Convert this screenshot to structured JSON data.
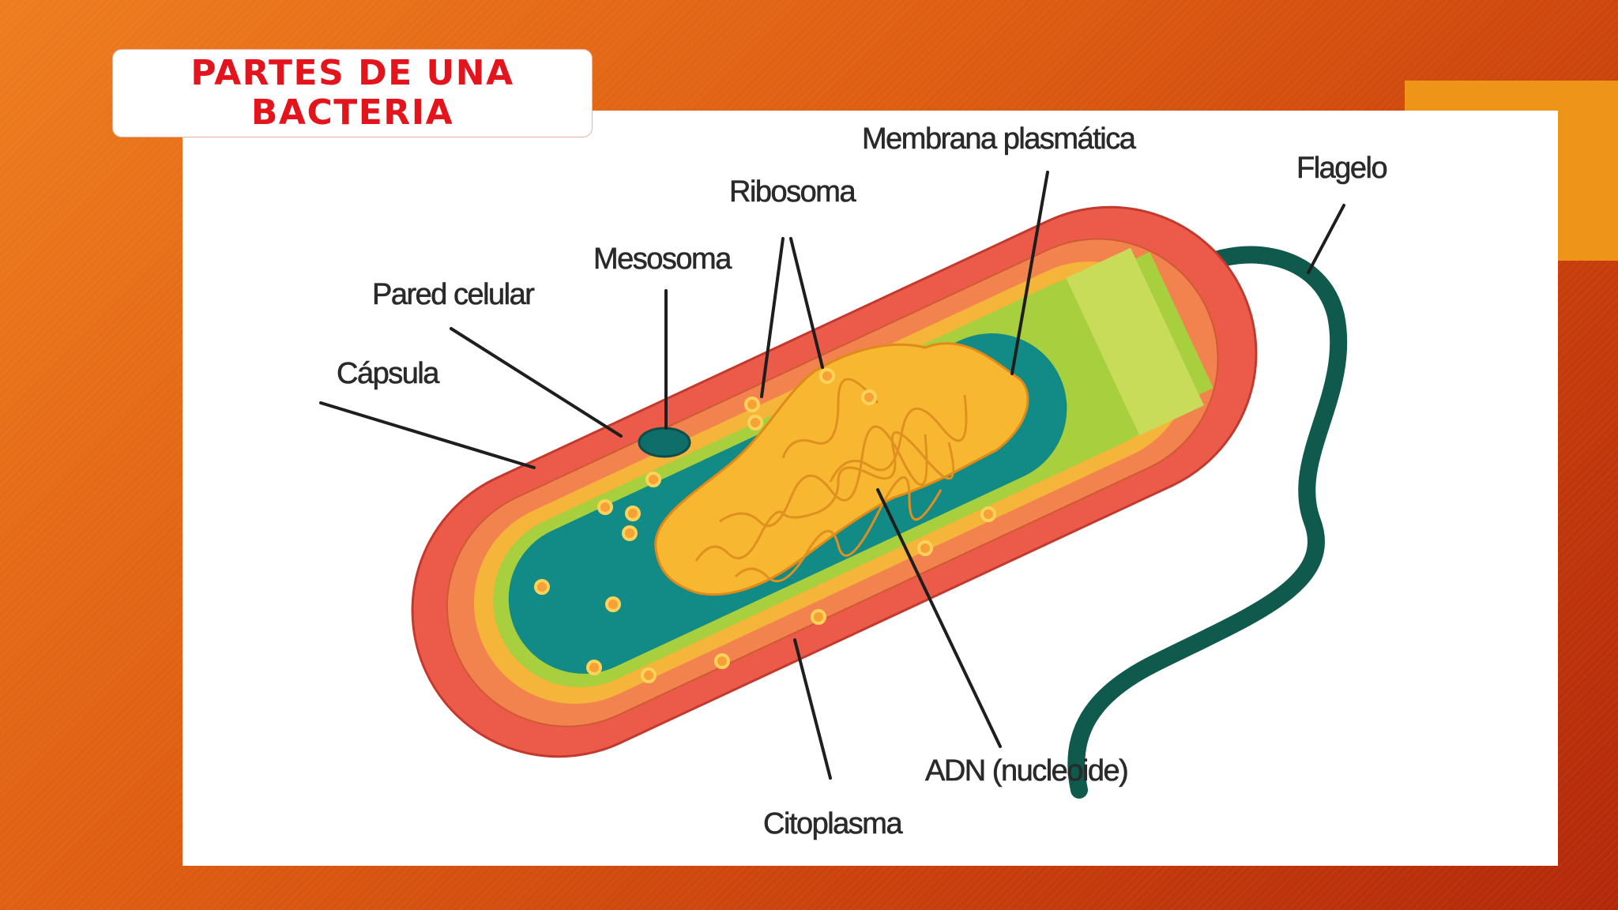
{
  "title": {
    "line1": "PARTES DE UNA",
    "line2": "BACTERIA"
  },
  "labels": {
    "capsula": "Cápsula",
    "pared_celular": "Pared celular",
    "mesosoma": "Mesosoma",
    "ribosoma": "Ribosoma",
    "membrana_plasmatica": "Membrana plasmática",
    "flagelo": "Flagelo",
    "adn": "ADN (nucleoide)",
    "citoplasma": "Citoplasma"
  },
  "colors": {
    "background": "#d95a14",
    "accent_square": "#ee9419",
    "title_text": "#e3141c",
    "capsule": "#ec5a4a",
    "cell_wall": "#f2834f",
    "membrane": "#f5b43a",
    "cytoplasm": "#128a86",
    "dna": "#f7b731",
    "flagellum": "#0f5a4c"
  }
}
